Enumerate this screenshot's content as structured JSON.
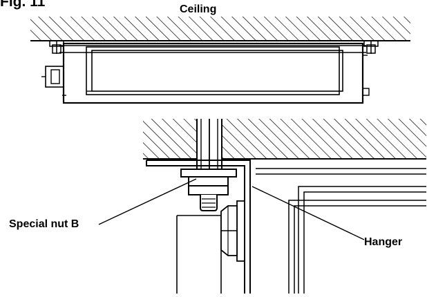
{
  "figure": {
    "title": "Fig. 11"
  },
  "labels": {
    "ceiling": "Ceiling",
    "special_nut": "Special nut B",
    "hanger": "Hanger"
  },
  "colors": {
    "line": "#000000",
    "background": "#ffffff"
  }
}
